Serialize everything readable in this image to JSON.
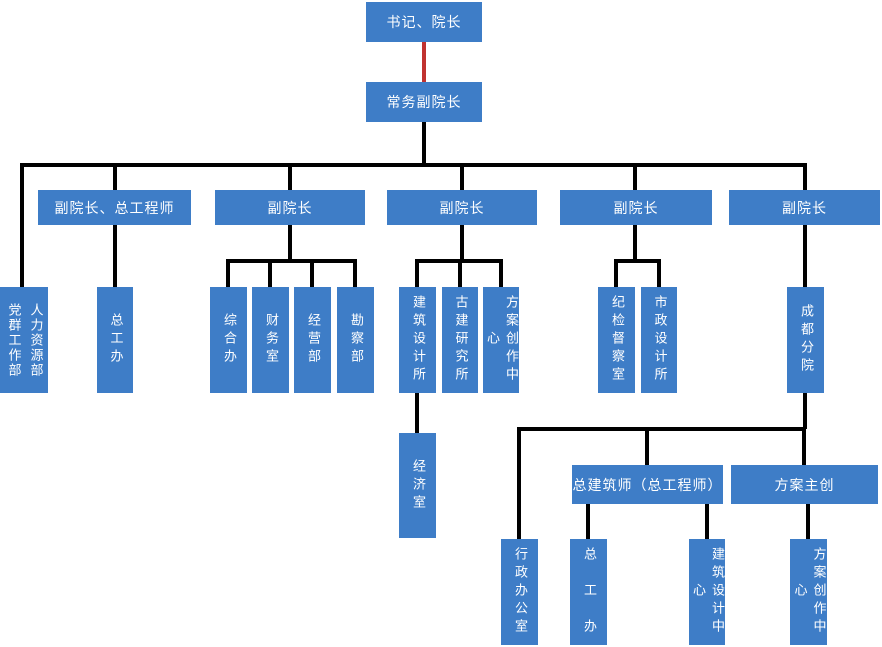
{
  "colors": {
    "box_fill": "#3E7DC7",
    "box_text": "#FFFFFF",
    "line_color": "#000000",
    "red_line_color": "#C03230",
    "background": "#FFFFFF"
  },
  "nodes": [
    {
      "label": "书记、院长"
    },
    {
      "label": "常务副院长"
    },
    {
      "label": "副院长、总工程师"
    },
    {
      "label": "副院长"
    },
    {
      "label": "副院长"
    },
    {
      "label": "副院长"
    },
    {
      "label": "副院长"
    },
    {
      "label_left": "党群工作部",
      "label_right": "人力资源部"
    },
    {
      "label": "总工办"
    },
    {
      "label": "综合办"
    },
    {
      "label": "财务室"
    },
    {
      "label": "经营部"
    },
    {
      "label": "勘察部"
    },
    {
      "label": "建筑设计所"
    },
    {
      "label": "古建研究所"
    },
    {
      "label": "方案创作中心"
    },
    {
      "label": "纪检督察室"
    },
    {
      "label": "市政设计所"
    },
    {
      "label": "成都分院"
    },
    {
      "label": "经济室"
    },
    {
      "label": "总建筑师（总工程师）"
    },
    {
      "label": "方案主创"
    },
    {
      "label": "行政办公室"
    },
    {
      "label": "总　工　办"
    },
    {
      "label": "建筑设计中心"
    },
    {
      "label": "方案创作中心"
    }
  ],
  "edges": [
    [
      0,
      1
    ],
    [
      1,
      2
    ],
    [
      1,
      3
    ],
    [
      1,
      4
    ],
    [
      1,
      5
    ],
    [
      1,
      6
    ],
    [
      1,
      7
    ],
    [
      2,
      8
    ],
    [
      3,
      9
    ],
    [
      3,
      10
    ],
    [
      3,
      11
    ],
    [
      3,
      12
    ],
    [
      4,
      13
    ],
    [
      4,
      14
    ],
    [
      4,
      15
    ],
    [
      5,
      16
    ],
    [
      5,
      17
    ],
    [
      6,
      18
    ],
    [
      13,
      19
    ],
    [
      18,
      22
    ],
    [
      18,
      20
    ],
    [
      18,
      21
    ],
    [
      20,
      23
    ],
    [
      20,
      24
    ],
    [
      21,
      25
    ]
  ]
}
